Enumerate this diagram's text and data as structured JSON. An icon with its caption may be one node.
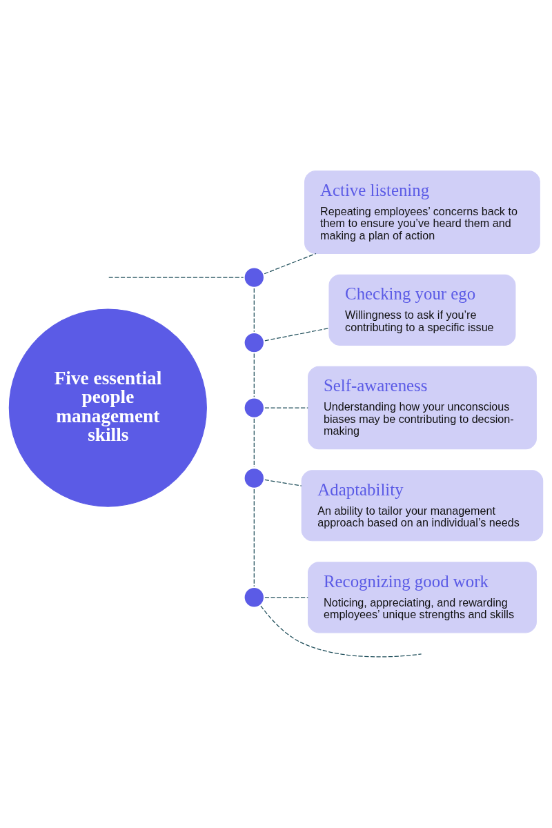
{
  "diagram": {
    "nodes": [
      {
        "text": [
          "Five essential people management skills"
        ]
      },
      {
        "text": [],
        "shape": "circle"
      },
      {
        "text": [],
        "shape": "circle"
      },
      {
        "text": [],
        "shape": "circle"
      },
      {
        "text": [],
        "shape": "circle"
      },
      {
        "text": [],
        "shape": "circle"
      },
      {
        "text": [
          "Active listening",
          "Repeating employees’ concerns back to them to ensure you’ve heard them and making a plan of action"
        ]
      },
      {
        "text": [
          "Checking your ego",
          "Willingness to ask if you’re contributing to a specific issue"
        ]
      },
      {
        "text": [
          "Self-awareness",
          "Understanding how your unconscious biases may be contributing to decsion-making"
        ]
      },
      {
        "text": [
          "Adaptability",
          "An ability to tailor your management approach based on an individual’s needs"
        ]
      },
      {
        "text": [
          "Recognizing good work",
          "Noticing, appreciating, and rewarding employees’ unique strengths and skills"
        ]
      }
    ],
    "edges": [
      {
        "from": null,
        "to": 1,
        "arrow": "none",
        "style": "dashed"
      },
      {
        "from": 1,
        "to": 2,
        "arrow": "none",
        "style": "dashed"
      },
      {
        "from": 2,
        "to": 3,
        "arrow": "none",
        "style": "dashed"
      },
      {
        "from": 3,
        "to": 4,
        "arrow": "none",
        "style": "dashed"
      },
      {
        "from": 4,
        "to": 5,
        "arrow": "none",
        "style": "dashed"
      },
      {
        "from": 5,
        "to": null,
        "arrow": "none",
        "style": "dashed"
      },
      {
        "from": 1,
        "to": 6,
        "arrow": "none",
        "style": "dashed"
      },
      {
        "from": 2,
        "to": 7,
        "arrow": "none",
        "style": "dashed"
      },
      {
        "from": 3,
        "to": 8,
        "arrow": "none",
        "style": "dashed"
      },
      {
        "from": 4,
        "to": 9,
        "arrow": "none",
        "style": "dashed"
      },
      {
        "from": 5,
        "to": 10,
        "arrow": "none",
        "style": "dashed"
      }
    ]
  }
}
